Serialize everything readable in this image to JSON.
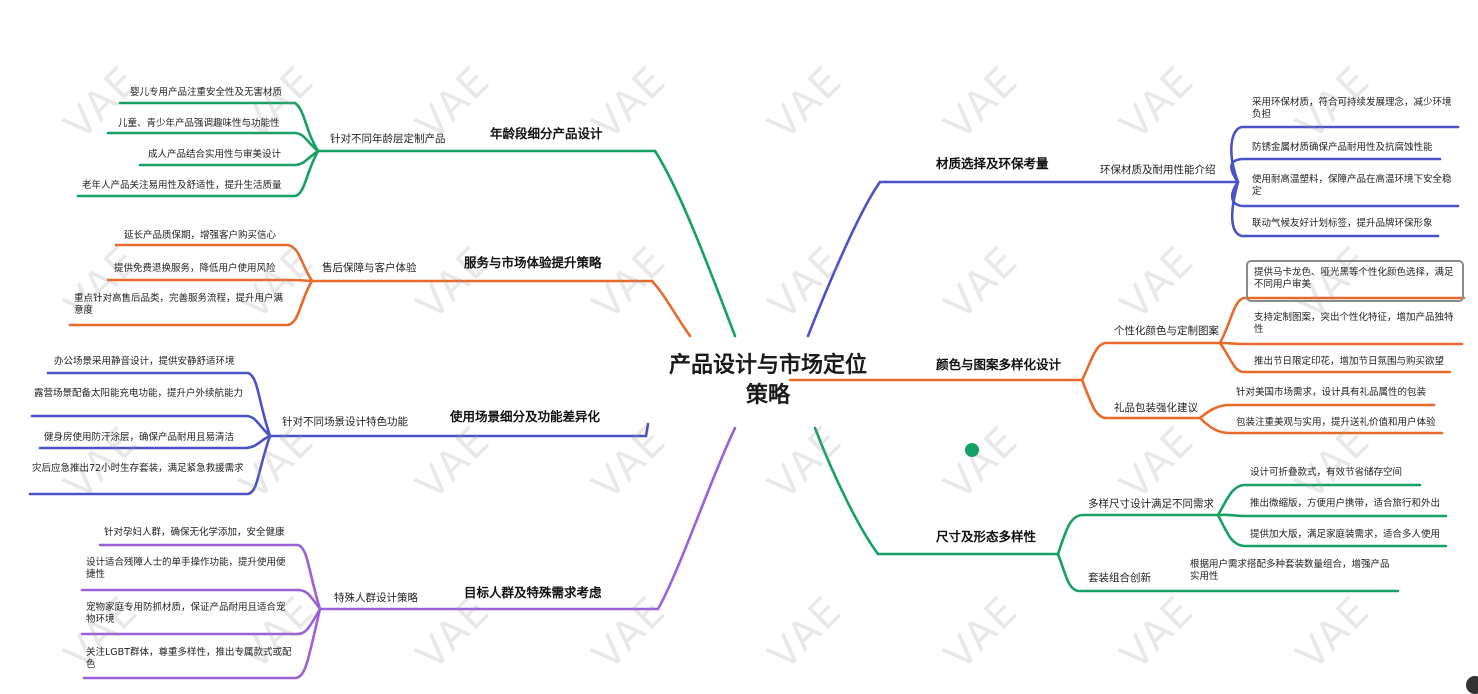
{
  "watermark_text": "VAE",
  "colors": {
    "green": "#16a063",
    "orange": "#e86a2a",
    "blue": "#4a52c6",
    "purple": "#9a62d6"
  },
  "center": {
    "title": "产品设计与市场定位策略"
  },
  "left": {
    "age": {
      "title": "年龄段细分产品设计",
      "sub": "针对不同年龄层定制产品",
      "leaves": [
        "婴儿专用产品注重安全性及无害材质",
        "儿童、青少年产品强调趣味性与功能性",
        "成人产品结合实用性与审美设计",
        "老年人产品关注易用性及舒适性，提升生活质量"
      ]
    },
    "service": {
      "title": "服务与市场体验提升策略",
      "sub": "售后保障与客户体验",
      "leaves": [
        "延长产品质保期，增强客户购买信心",
        "提供免费退换服务，降低用户使用风险",
        "重点针对高售后品类，完善服务流程，提升用户满意度"
      ]
    },
    "scene": {
      "title": "使用场景细分及功能差异化",
      "sub": "针对不同场景设计特色功能",
      "leaves": [
        "办公场景采用静音设计，提供安静舒适环境",
        "露营场景配备太阳能充电功能，提升户外续航能力",
        "健身房使用防汗涂层，确保产品耐用且易清洁",
        "灾后应急推出72小时生存套装，满足紧急救援需求"
      ]
    },
    "special": {
      "title": "目标人群及特殊需求考虑",
      "sub": "特殊人群设计策略",
      "leaves": [
        "针对孕妇人群，确保无化学添加，安全健康",
        "设计适合残障人士的单手操作功能，提升使用便捷性",
        "宠物家庭专用防抓材质，保证产品耐用且适合宠物环境",
        "关注LGBT群体，尊重多样性，推出专属款式或配色"
      ]
    }
  },
  "right": {
    "material": {
      "title": "材质选择及环保考量",
      "sub": "环保材质及耐用性能介绍",
      "leaves": [
        "采用环保材质，符合可持续发展理念，减少环境负担",
        "防锈金属材质确保产品耐用性及抗腐蚀性能",
        "使用耐高温塑料，保障产品在高温环境下安全稳定",
        "联动气候友好计划标签，提升品牌环保形象"
      ]
    },
    "color": {
      "title": "颜色与图案多样化设计",
      "sub1": "个性化颜色与定制图案",
      "leaves1": [
        "提供马卡龙色、哑光黑等个性化颜色选择，满足不同用户审美",
        "支持定制图案，突出个性化特征，增加产品独特性",
        "推出节日限定印花，增加节日氛围与购买欲望"
      ],
      "sub2": "礼品包装强化建议",
      "leaves2": [
        "针对美国市场需求，设计具有礼品属性的包装",
        "包装注重美观与实用，提升送礼价值和用户体验"
      ]
    },
    "size": {
      "title": "尺寸及形态多样性",
      "sub1": "多样尺寸设计满足不同需求",
      "leaves1": [
        "设计可折叠款式，有效节省储存空间",
        "推出微缩版，方便用户携带，适合旅行和外出",
        "提供加大版，满足家庭装需求，适合多人使用"
      ],
      "sub2": "套装组合创新",
      "leaves2": [
        "根据用户需求搭配多种套装数量组合，增强产品实用性"
      ]
    }
  }
}
